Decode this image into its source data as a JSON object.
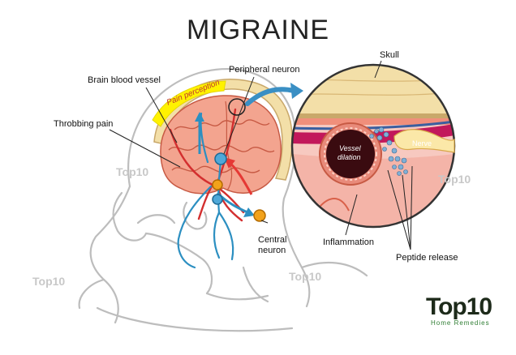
{
  "title": "MIGRAINE",
  "labels": {
    "brain_blood_vessel": "Brain blood vessel",
    "peripheral_neuron": "Peripheral neuron",
    "skull": "Skull",
    "throbbing_pain": "Throbbing pain",
    "pain_perception": "Pain perception",
    "nerve": "Nerve",
    "vessel_dilation_line1": "Vessel",
    "vessel_dilation_line2": "dilation",
    "central_neuron_line1": "Central",
    "central_neuron_line2": "neuron",
    "inflammation": "Inflammation",
    "peptide_release": "Peptide release"
  },
  "watermarks": [
    "Top10",
    "Top10",
    "Top10",
    "Top10"
  ],
  "logo": {
    "main": "Top10",
    "sub": "Home Remedies"
  },
  "colors": {
    "brain": "#f3a48f",
    "brain_dark": "#d9614a",
    "vessel": "#d32f2f",
    "neuron_blue": "#2c8fc1",
    "skull": "#f3dfa8",
    "pain_band": "#fff200",
    "arrow_blue": "#3a8fc4",
    "neuron_orange": "#f2a21b"
  }
}
